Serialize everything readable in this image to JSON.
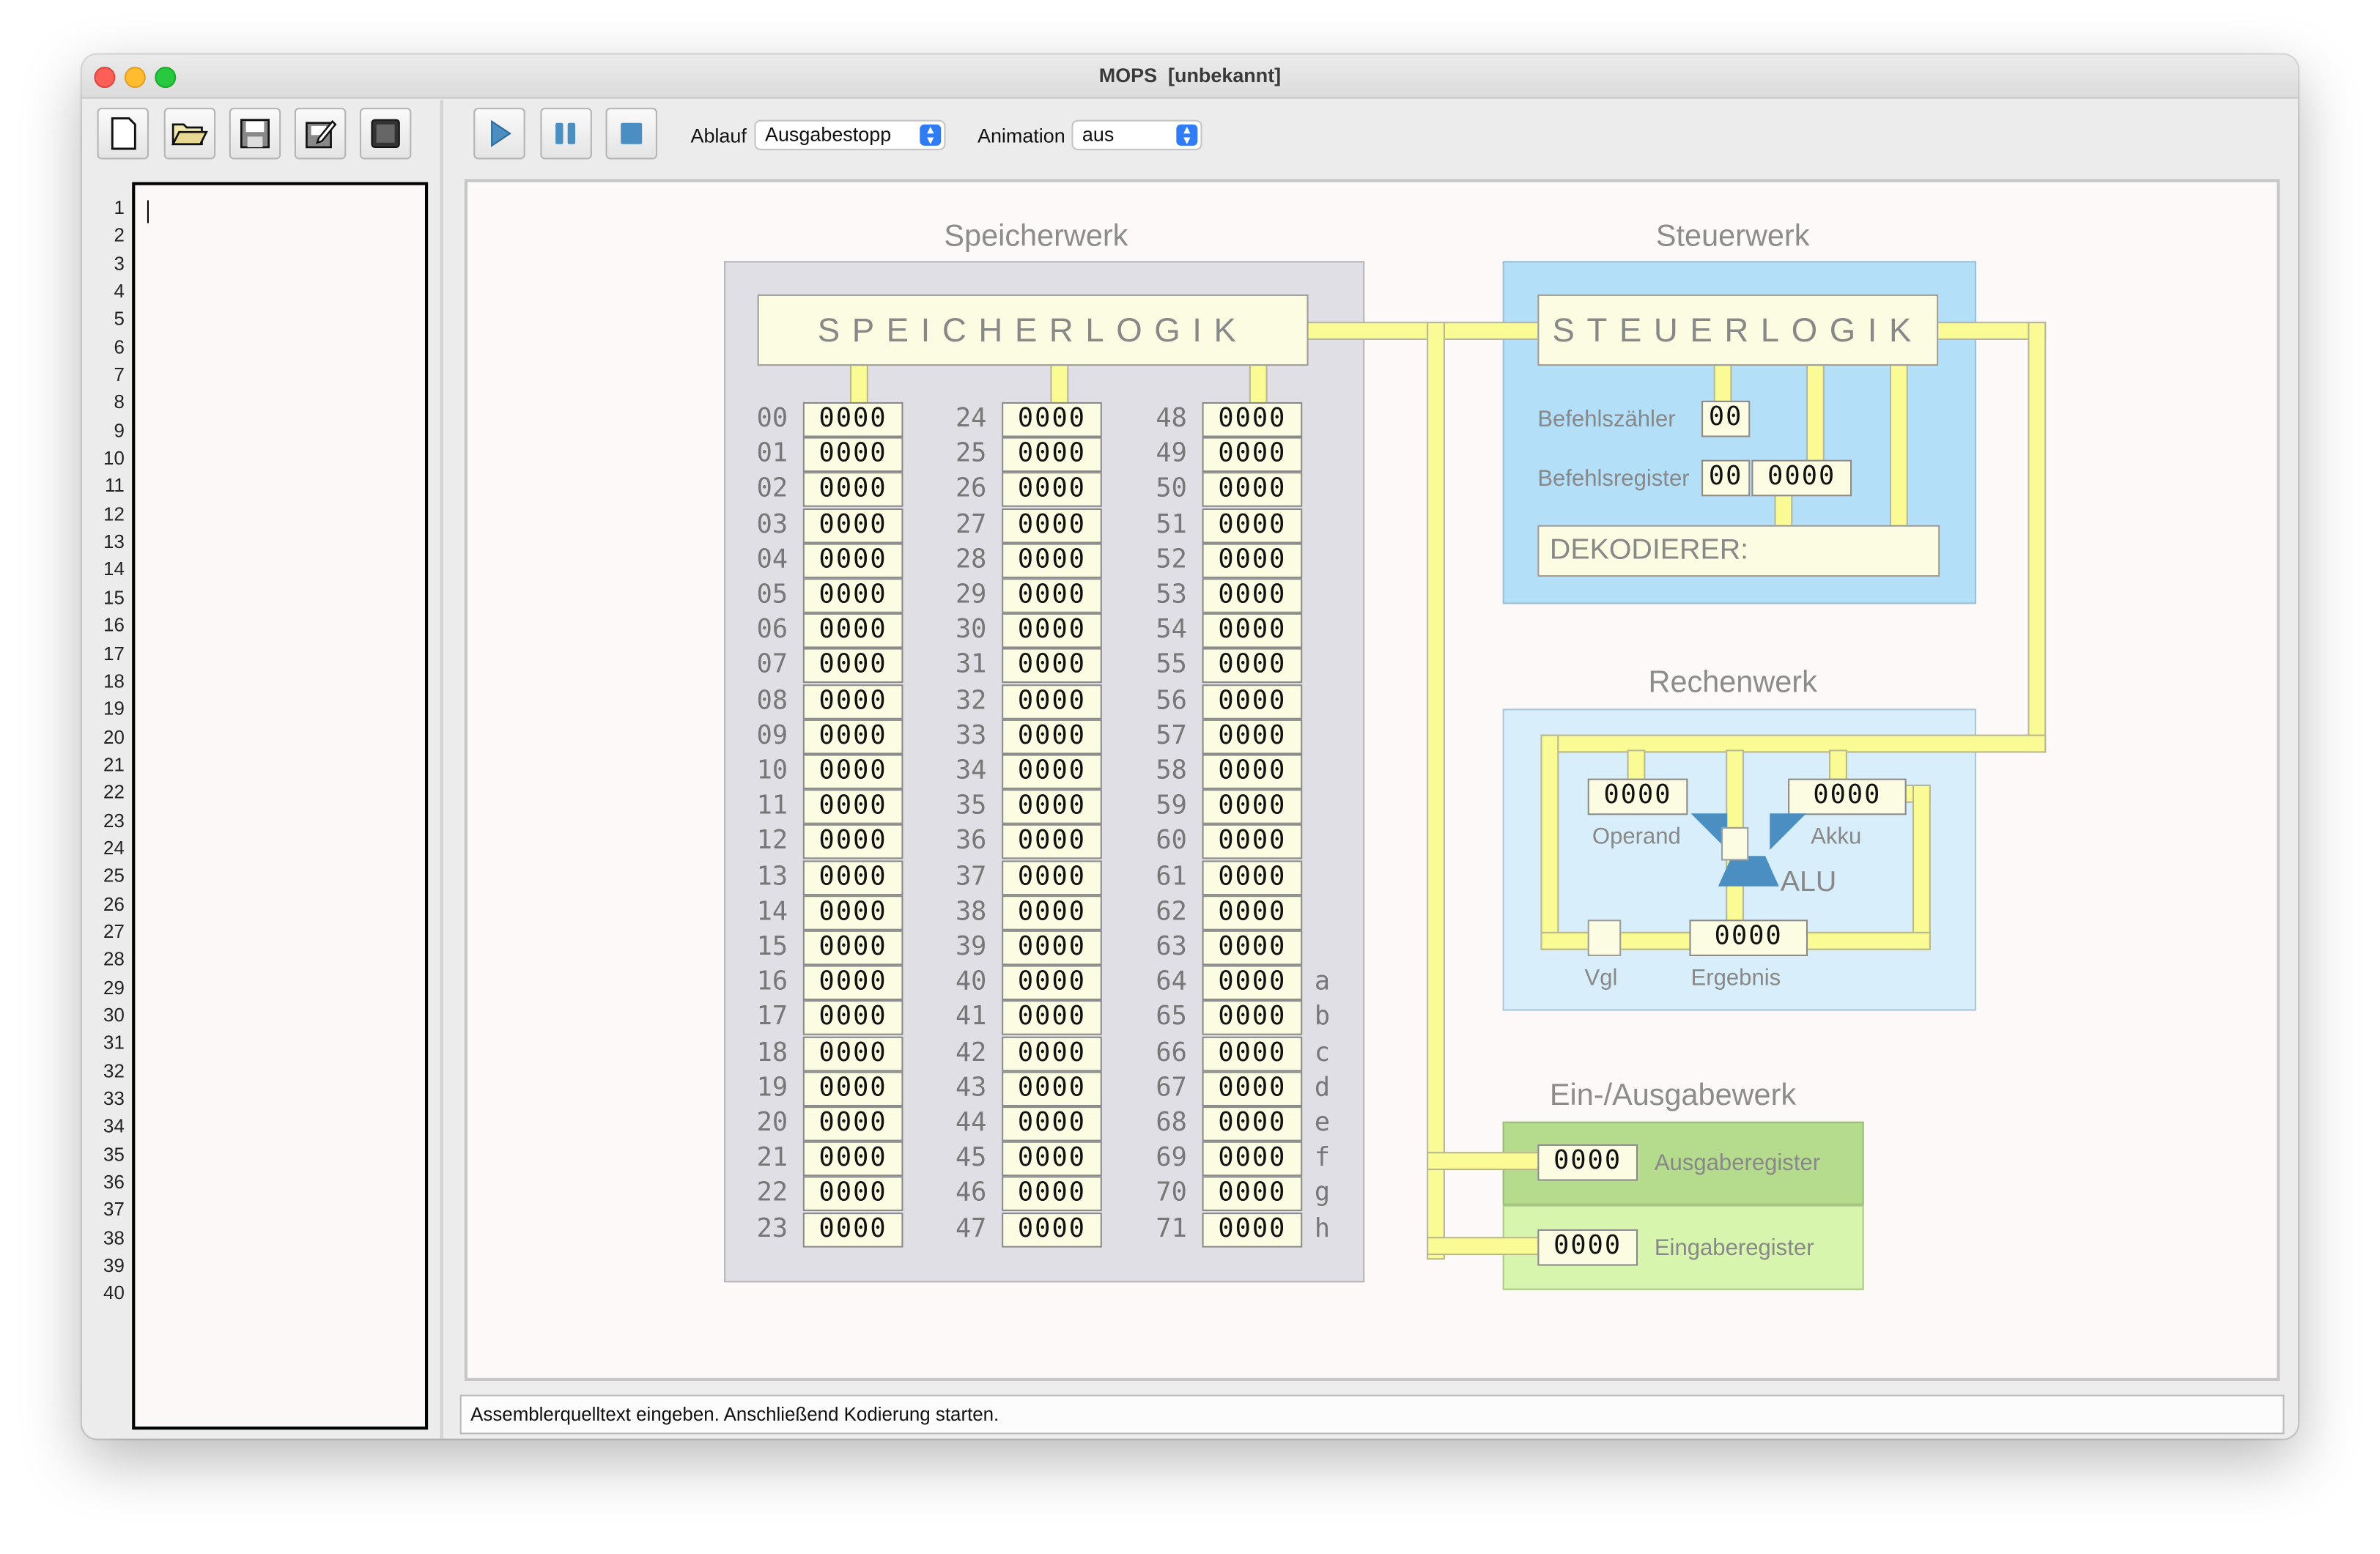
{
  "window": {
    "title": "MOPS  [unbekannt]"
  },
  "toolbar": {
    "buttons": [
      "new-file-icon",
      "open-folder-icon",
      "save-icon",
      "edit-icon",
      "chip-icon",
      "play-icon",
      "pause-icon",
      "stop-icon"
    ],
    "ablauf_label": "Ablauf",
    "ablauf_value": "Ausgabestopp",
    "animation_label": "Animation",
    "animation_value": "aus"
  },
  "editor": {
    "line_count": 40,
    "content": ""
  },
  "sections": {
    "memory": "Speicherwerk",
    "control": "Steuerwerk",
    "alu": "Rechenwerk",
    "io": "Ein-/Ausgabewerk"
  },
  "memory": {
    "logic_label": "SPEICHERLOGIK",
    "columns": [
      {
        "addresses": [
          "00",
          "01",
          "02",
          "03",
          "04",
          "05",
          "06",
          "07",
          "08",
          "09",
          "10",
          "11",
          "12",
          "13",
          "14",
          "15",
          "16",
          "17",
          "18",
          "19",
          "20",
          "21",
          "22",
          "23"
        ]
      },
      {
        "addresses": [
          "24",
          "25",
          "26",
          "27",
          "28",
          "29",
          "30",
          "31",
          "32",
          "33",
          "34",
          "35",
          "36",
          "37",
          "38",
          "39",
          "40",
          "41",
          "42",
          "43",
          "44",
          "45",
          "46",
          "47"
        ]
      },
      {
        "addresses": [
          "48",
          "49",
          "50",
          "51",
          "52",
          "53",
          "54",
          "55",
          "56",
          "57",
          "58",
          "59",
          "60",
          "61",
          "62",
          "63",
          "64",
          "65",
          "66",
          "67",
          "68",
          "69",
          "70",
          "71"
        ]
      }
    ],
    "cell_value": "0000",
    "aliases": [
      "a",
      "b",
      "c",
      "d",
      "e",
      "f",
      "g",
      "h"
    ]
  },
  "control": {
    "logic_label": "STEUERLOGIK",
    "pc_label": "Befehlszähler",
    "pc_value": "00",
    "ir_label": "Befehlsregister",
    "ir_opcode": "00",
    "ir_operand": "0000",
    "decoder_label": "DEKODIERER:"
  },
  "alu": {
    "operand_value": "0000",
    "operand_label": "Operand",
    "akku_value": "0000",
    "akku_label": "Akku",
    "alu_label": "ALU",
    "result_value": "0000",
    "result_label": "Ergebnis",
    "vgl_label": "Vgl"
  },
  "io": {
    "output_value": "0000",
    "output_label": "Ausgaberegister",
    "input_value": "0000",
    "input_label": "Eingaberegister"
  },
  "status": {
    "text": "Assemblerquelltext eingeben. Anschließend Kodierung starten."
  },
  "colors": {
    "bus_yellow": "#fbfb96",
    "cell_fill": "#fcfce2",
    "memory_panel": "#dfdfe5",
    "control_panel": "#b3dff9",
    "alu_panel": "#d8eefb",
    "output_panel": "#b5dc8c",
    "input_panel": "#d7f5ad",
    "alu_blue": "#4a8ec2"
  }
}
